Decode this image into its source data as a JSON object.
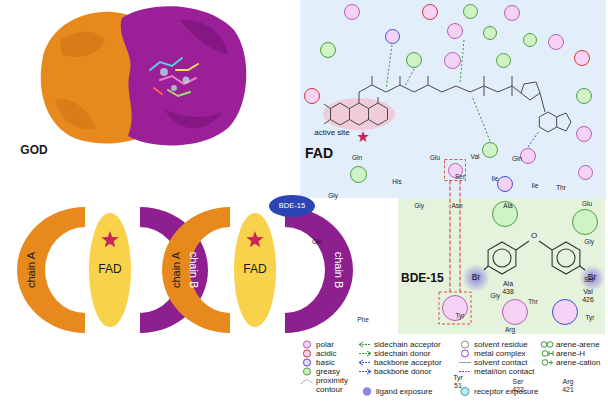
{
  "diagram": {
    "nodes": [
      {
        "text": [
          "FAD"
        ]
      },
      {
        "text": [
          "Gln"
        ],
        "in": 0
      },
      {
        "text": [
          "Glu"
        ],
        "in": 0
      },
      {
        "text": [
          "Val"
        ],
        "in": 0
      },
      {
        "text": [
          "Gln"
        ],
        "in": 0
      },
      {
        "text": [
          "Ser"
        ],
        "in": 0
      },
      {
        "text": [
          "Ile"
        ],
        "in": 0
      },
      {
        "text": [
          "Ile"
        ],
        "in": 0
      },
      {
        "text": [
          "Thr"
        ],
        "in": 0
      },
      {
        "text": [
          "Glu"
        ],
        "in": 0
      },
      {
        "text": [
          "His"
        ],
        "in": 0
      },
      {
        "text": [
          "Gly"
        ],
        "in": 0
      },
      {
        "text": [
          "Gly"
        ],
        "in": 0
      },
      {
        "text": [
          "Asn"
        ],
        "in": 0
      },
      {
        "text": [
          "Ala"
        ],
        "in": 0
      },
      {
        "text": [
          "Glu"
        ],
        "in": 0
      },
      {
        "text": [
          "Gly"
        ],
        "in": 0
      },
      {
        "text": [
          "Ser"
        ],
        "in": 0
      },
      {
        "text": [
          "Thr"
        ],
        "in": 0
      },
      {
        "text": [
          "Gly"
        ],
        "in": 0
      },
      {
        "text": [
          "Phe"
        ],
        "in": 0
      },
      {
        "text": [
          "Tyr"
        ],
        "in": 0
      },
      {
        "text": [
          "Tyr"
        ],
        "in": 0
      },
      {
        "text": [
          "Arg"
        ],
        "in": 0
      },
      {
        "text": [
          "BDE-15"
        ]
      },
      {
        "text": [
          "Ala 438"
        ],
        "in": 24
      },
      {
        "text": [
          "Val 426"
        ],
        "in": 24
      },
      {
        "text": [
          "Tyr 51"
        ],
        "in": 24
      },
      {
        "text": [
          "Ser 422"
        ],
        "in": 24
      },
      {
        "text": [
          "Arg 421"
        ],
        "in": 24
      },
      {
        "text": [
          "chain A"
        ]
      },
      {
        "text": [
          "FAD"
        ]
      },
      {
        "text": [
          "chain B"
        ]
      },
      {
        "text": [
          "chain A"
        ]
      },
      {
        "text": [
          "FAD"
        ]
      },
      {
        "text": [
          "chain B"
        ]
      },
      {
        "text": [
          "BDE-15"
        ]
      }
    ],
    "edges": [
      {
        "from": 21,
        "to": 27,
        "arrow": "none"
      }
    ],
    "labels": [
      "GOD",
      "active site",
      "O",
      "Br",
      "Br"
    ],
    "legend": [
      {
        "text": "polar",
        "color": "#f6d2f6"
      },
      {
        "text": "acidic",
        "color": "#f6d2f6"
      },
      {
        "text": "basic",
        "color": "#f6d2f6"
      },
      {
        "text": "greasy",
        "color": "#cff3c5"
      },
      {
        "text": "proximity contour"
      },
      {
        "text": "sidechain acceptor"
      },
      {
        "text": "sidechain donor"
      },
      {
        "text": "backbone acceptor"
      },
      {
        "text": "backbone donor"
      },
      {
        "text": "ligand exposure",
        "color": "#8c86e4"
      },
      {
        "text": "solvent residue"
      },
      {
        "text": "metal complex"
      },
      {
        "text": "solvent contact"
      },
      {
        "text": "metal/ion contact"
      },
      {
        "text": "receptor exposure"
      },
      {
        "text": "arene-arene"
      },
      {
        "text": "arene-H"
      },
      {
        "text": "arene-cation"
      }
    ]
  }
}
